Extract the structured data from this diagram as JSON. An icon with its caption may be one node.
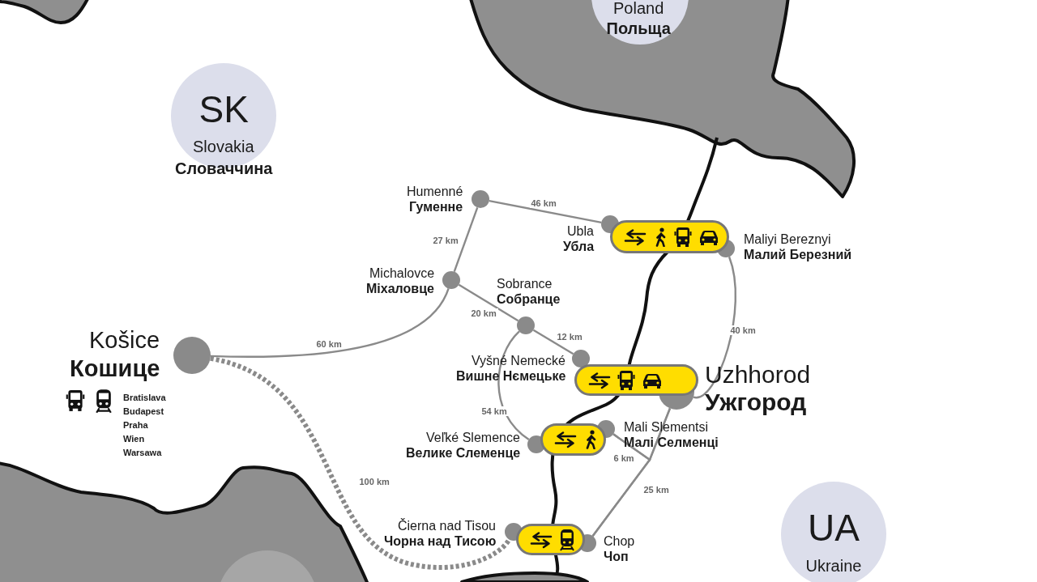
{
  "diagram": {
    "nodes": [
      {
        "text": [
          "Poland",
          "Польща"
        ]
      },
      {
        "text": [
          "SK",
          "Slovakia",
          "Словаччина"
        ]
      },
      {
        "text": [
          "Humenné",
          "Гуменне"
        ]
      },
      {
        "text": [
          "Ubla",
          "Убла"
        ]
      },
      {
        "text": [],
        "shape": "box"
      },
      {
        "text": [
          "Maliyi Bereznyi",
          "Малий Березний"
        ]
      },
      {
        "text": [
          "Michalovce",
          "Міхаловце"
        ]
      },
      {
        "text": [
          "Sobrance",
          "Собранце"
        ]
      },
      {
        "text": [
          "Košice",
          "Кошице"
        ],
        "beside": [
          "Bratislava",
          "Budapest",
          "Praha",
          "Wien",
          "Warsawa"
        ]
      },
      {
        "text": [
          "Vyšné Nemecké",
          "Вишне Нємецьке"
        ]
      },
      {
        "text": [],
        "shape": "box"
      },
      {
        "text": [
          "Uzhhorod",
          "Ужгород"
        ]
      },
      {
        "text": [
          "Veľké Slemence",
          "Велике Слеменце"
        ]
      },
      {
        "text": [],
        "shape": "box"
      },
      {
        "text": [
          "Mali Slementsi",
          "Малі Селменці"
        ]
      },
      {
        "text": [
          "Čierna nad Tisou",
          "Чорна над Тисою"
        ]
      },
      {
        "text": [],
        "shape": "box"
      },
      {
        "text": [
          "Chop",
          "Чоп"
        ]
      },
      {
        "text": [
          "UA",
          "Ukraine"
        ]
      },
      {
        "text": [],
        "shape": "circle"
      }
    ],
    "edges": [
      {
        "from": 8,
        "to": 6,
        "arrow": "none",
        "label": "60 km"
      },
      {
        "from": 2,
        "to": 3,
        "arrow": "none",
        "label": "46 km"
      },
      {
        "from": 2,
        "to": 6,
        "arrow": "none",
        "label": "27 km"
      },
      {
        "from": 6,
        "to": 7,
        "arrow": "none",
        "label": "20 km"
      },
      {
        "from": 7,
        "to": 9,
        "arrow": "none",
        "label": "12 km"
      },
      {
        "from": 7,
        "to": 12,
        "arrow": "none",
        "label": "54 km"
      },
      {
        "from": 5,
        "to": 11,
        "arrow": "none",
        "label": "40 km"
      },
      {
        "from": 14,
        "to": 11,
        "arrow": "none",
        "label": "6 km"
      },
      {
        "from": 14,
        "to": 17,
        "arrow": "none"
      },
      {
        "from": 11,
        "to": 17,
        "arrow": "none",
        "label": "25 km"
      },
      {
        "from": 8,
        "to": 15,
        "arrow": "none",
        "label": "100 km",
        "style": "dashed"
      }
    ]
  }
}
